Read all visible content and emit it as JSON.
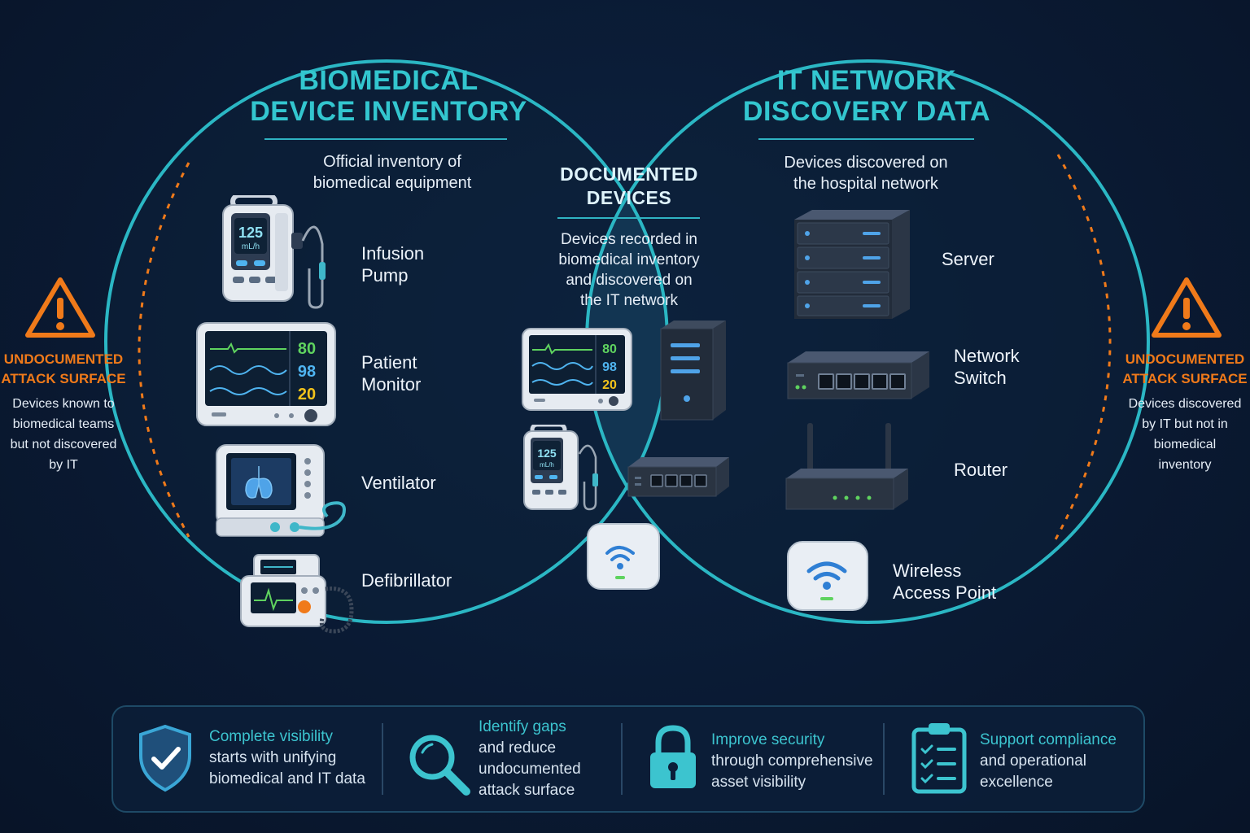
{
  "left": {
    "title_line1": "BIOMEDICAL",
    "title_line2": "DEVICE INVENTORY",
    "subtitle": "Official inventory of\nbiomedical equipment",
    "devices": [
      {
        "label": "Infusion\nPump",
        "icon": "infusion-pump-icon",
        "display": "125",
        "unit": "mL/h"
      },
      {
        "label": "Patient\nMonitor",
        "icon": "patient-monitor-icon",
        "readings": [
          "80",
          "98",
          "20"
        ]
      },
      {
        "label": "Ventilator",
        "icon": "ventilator-icon"
      },
      {
        "label": "Defibrillator",
        "icon": "defibrillator-icon"
      }
    ]
  },
  "right": {
    "title_line1": "IT NETWORK",
    "title_line2": "DISCOVERY DATA",
    "subtitle": "Devices discovered on\nthe hospital network",
    "devices": [
      {
        "label": "Server",
        "icon": "server-icon"
      },
      {
        "label": "Network\nSwitch",
        "icon": "network-switch-icon"
      },
      {
        "label": "Router",
        "icon": "router-icon"
      },
      {
        "label": "Wireless\nAccess Point",
        "icon": "wireless-access-point-icon"
      }
    ]
  },
  "middle": {
    "title_line1": "DOCUMENTED",
    "title_line2": "DEVICES",
    "description": "Devices recorded in\nbiomedical inventory\nand discovered on\nthe IT network",
    "monitor_readings": [
      "80",
      "98",
      "20"
    ],
    "pump_display": "125",
    "pump_unit": "mL/h"
  },
  "warnings": {
    "left": {
      "title_line1": "UNDOCUMENTED",
      "title_line2": "ATTACK SURFACE",
      "description": "Devices known to\nbiomedical teams\nbut not discovered\nby IT"
    },
    "right": {
      "title_line1": "UNDOCUMENTED",
      "title_line2": "ATTACK SURFACE",
      "description": "Devices discovered\nby IT but not in\nbiomedical\ninventory"
    }
  },
  "footer": [
    {
      "icon": "shield-check-icon",
      "head": "Complete visibility",
      "body": "starts with unifying\nbiomedical and IT data"
    },
    {
      "icon": "magnifier-icon",
      "head": "Identify gaps",
      "body": "and reduce\nundocumented\nattack surface"
    },
    {
      "icon": "lock-icon",
      "head": "Improve security",
      "body": "through comprehensive\nasset visibility"
    },
    {
      "icon": "clipboard-checklist-icon",
      "head": "Support compliance",
      "body": "and operational\nexcellence"
    }
  ],
  "colors": {
    "accent": "#33c6cf",
    "warning": "#f07a1a",
    "background": "#0a1a33",
    "monitor_green": "#5fd35f",
    "monitor_blue": "#4fb4f0",
    "monitor_yellow": "#f2c21b"
  }
}
